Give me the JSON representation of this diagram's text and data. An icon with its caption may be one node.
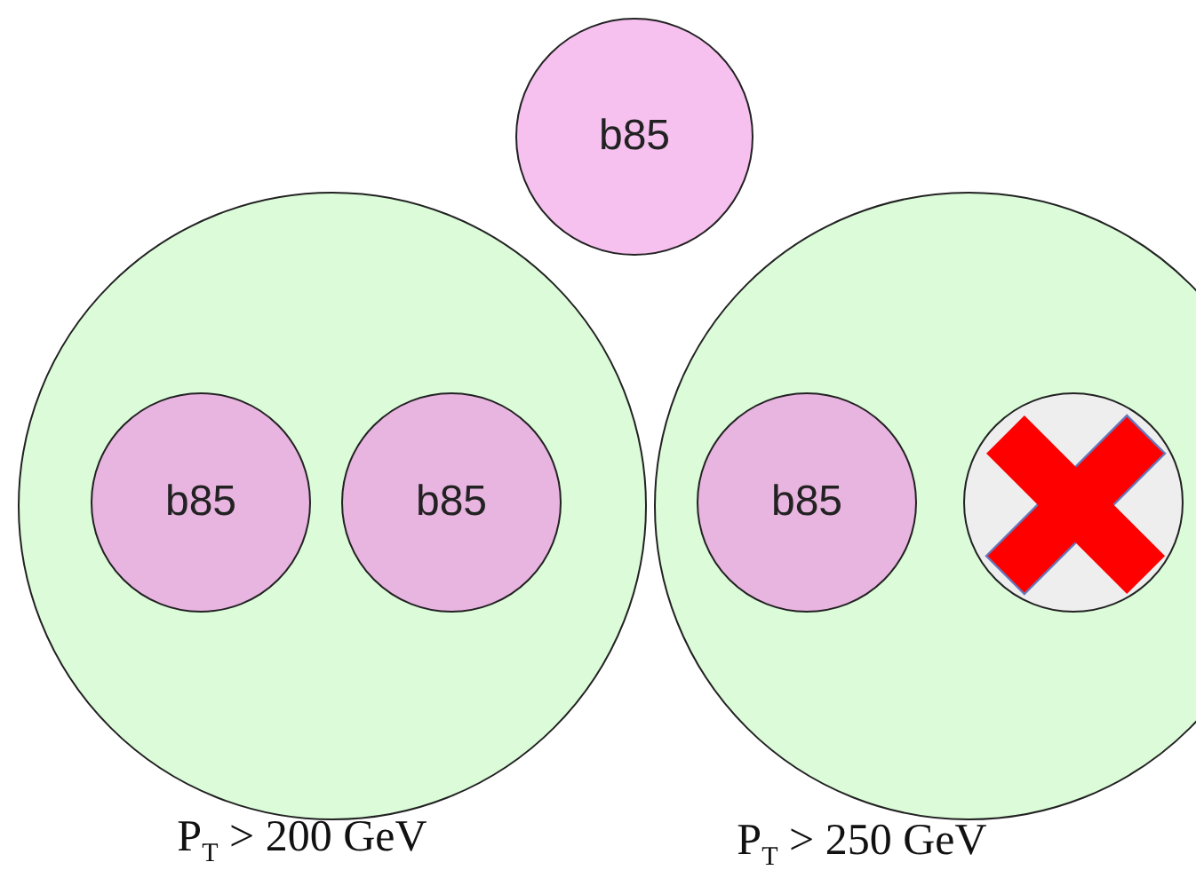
{
  "diagram": {
    "nodes": [
      {
        "text": [
          "b85"
        ]
      },
      {
        "text": [],
        "beside": [
          "P$_{T}$ > 200 GeV"
        ],
        "shape": "circle"
      },
      {
        "text": [
          "b85"
        ],
        "in": 1
      },
      {
        "text": [
          "b85"
        ],
        "in": 1
      },
      {
        "text": [],
        "beside": [
          "P$_{T}$ > 250 GeV"
        ],
        "shape": "circle"
      },
      {
        "text": [
          "b85"
        ],
        "in": 4
      },
      {
        "text": [],
        "in": 4,
        "shape": "circle"
      }
    ]
  }
}
